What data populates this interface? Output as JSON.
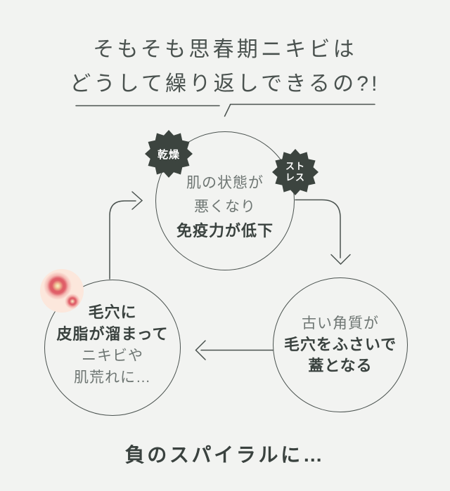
{
  "colors": {
    "background": "#f2f3f1",
    "ink_dark": "#3a423f",
    "ink_light": "#6e7673",
    "line_stroke": "#4a524f",
    "badge_background": "#3c443f",
    "badge_text": "#ffffff",
    "acne_pink": "#fce7dc",
    "acne_red": "#df5d66"
  },
  "header": {
    "title_line1": "そもそも思春期ニキビは",
    "title_line2": "どうして繰り返しできるの?!"
  },
  "cycle": {
    "top_circle": {
      "badge_dryness": "乾燥",
      "badge_stress_line1": "スト",
      "badge_stress_line2": "レス",
      "line1": "肌の状態が",
      "line2": "悪くなり",
      "line3": "免疫力が低下"
    },
    "right_circle": {
      "line1": "古い角質が",
      "line2": "毛穴をふさいで",
      "line3": "蓋となる"
    },
    "left_circle": {
      "line1": "毛穴に",
      "line2": "皮脂が溜まって",
      "line3": "ニキビや",
      "line4": "肌荒れに…"
    }
  },
  "footer": {
    "caption": "負のスパイラルに…"
  }
}
